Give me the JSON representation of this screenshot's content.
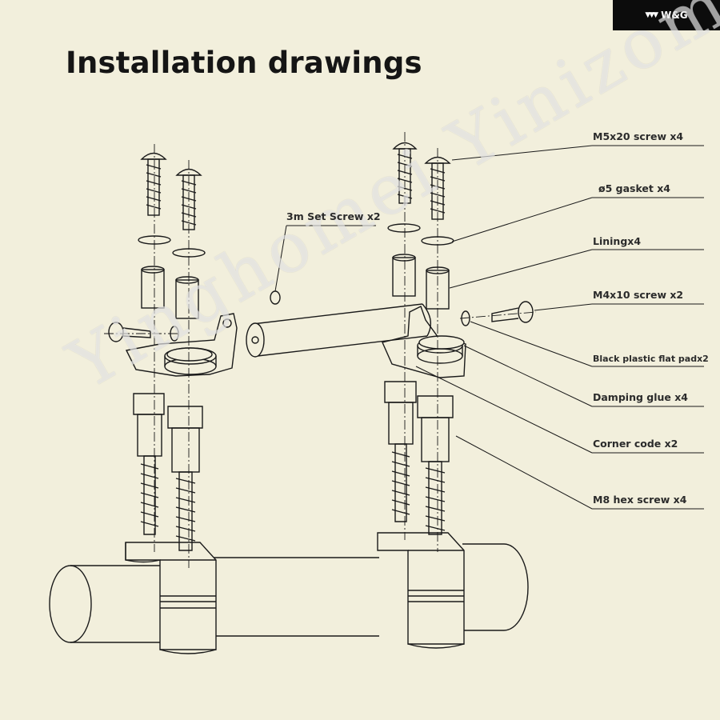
{
  "logo": {
    "text": "W&G",
    "icon": "chevron-mark-icon"
  },
  "title": "Installation drawings",
  "watermark": "Yinghomei Yinizom",
  "labels": {
    "m5x20": "M5x20 screw x4",
    "gasket": "ø5 gasket x4",
    "lining": "Liningx4",
    "m4x10": "M4x10 screw x2",
    "setscrew": "3m Set Screw x2",
    "pad": "Black plastic flat padx2",
    "damping": "Damping glue x4",
    "corner": "Corner code x2",
    "m8": "M8 hex screw x4"
  },
  "colors": {
    "background": "#f2efdc",
    "line": "#1a1a1a",
    "logo_bg": "#0c0c0c"
  }
}
